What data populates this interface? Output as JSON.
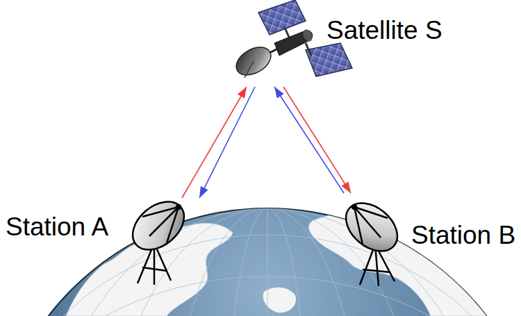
{
  "diagram": {
    "nodes": [
      {
        "text": [
          "Satellite S"
        ]
      },
      {
        "text": [
          "Station A"
        ]
      },
      {
        "text": [
          "Station B"
        ]
      }
    ],
    "edges": [
      {
        "from": 1,
        "to": 0,
        "arrow": "to"
      },
      {
        "from": 0,
        "to": 1,
        "arrow": "to"
      },
      {
        "from": 0,
        "to": 2,
        "arrow": "to"
      },
      {
        "from": 2,
        "to": 0,
        "arrow": "to"
      }
    ]
  }
}
